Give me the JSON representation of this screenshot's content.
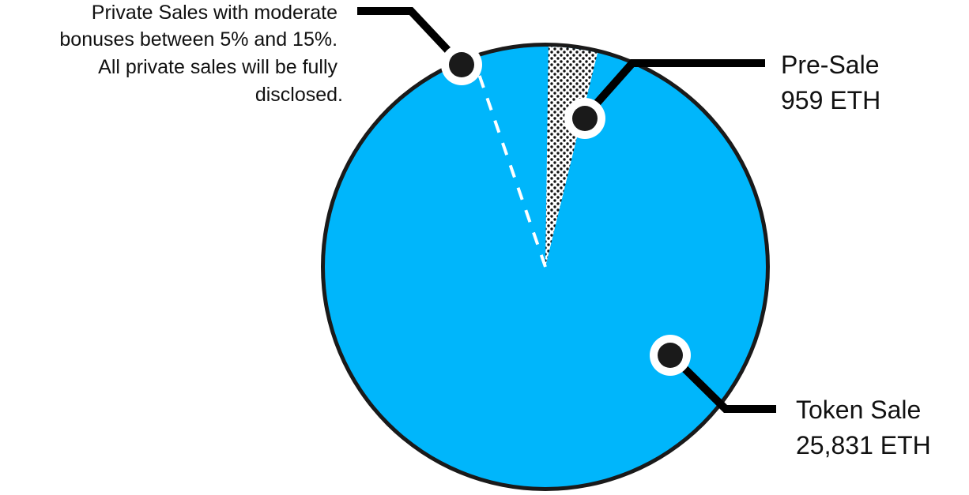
{
  "chart_data": {
    "type": "pie",
    "colors": {
      "token_sale": "#00b6fb",
      "pre_sale_pattern_fg": "#111111",
      "pre_sale_pattern_bg": "#ffffff",
      "outline": "#1a1a1a",
      "divider": "#ffffff"
    },
    "slices": [
      {
        "key": "pre_sale",
        "label_lines": [
          "Pre-Sale",
          "959 ETH"
        ],
        "value": 959,
        "pattern": "dotted"
      },
      {
        "key": "token_sale",
        "label_lines": [
          "Token Sale",
          "25,831 ETH"
        ],
        "value": 25831,
        "pattern": "solid"
      }
    ],
    "annotations": [
      {
        "key": "private_sales",
        "text_lines": [
          "Private Sales with moderate",
          "bonuses between 5% and 15%.",
          "All private sales will be fully",
          "disclosed."
        ],
        "style": "dashed-divider"
      }
    ]
  }
}
